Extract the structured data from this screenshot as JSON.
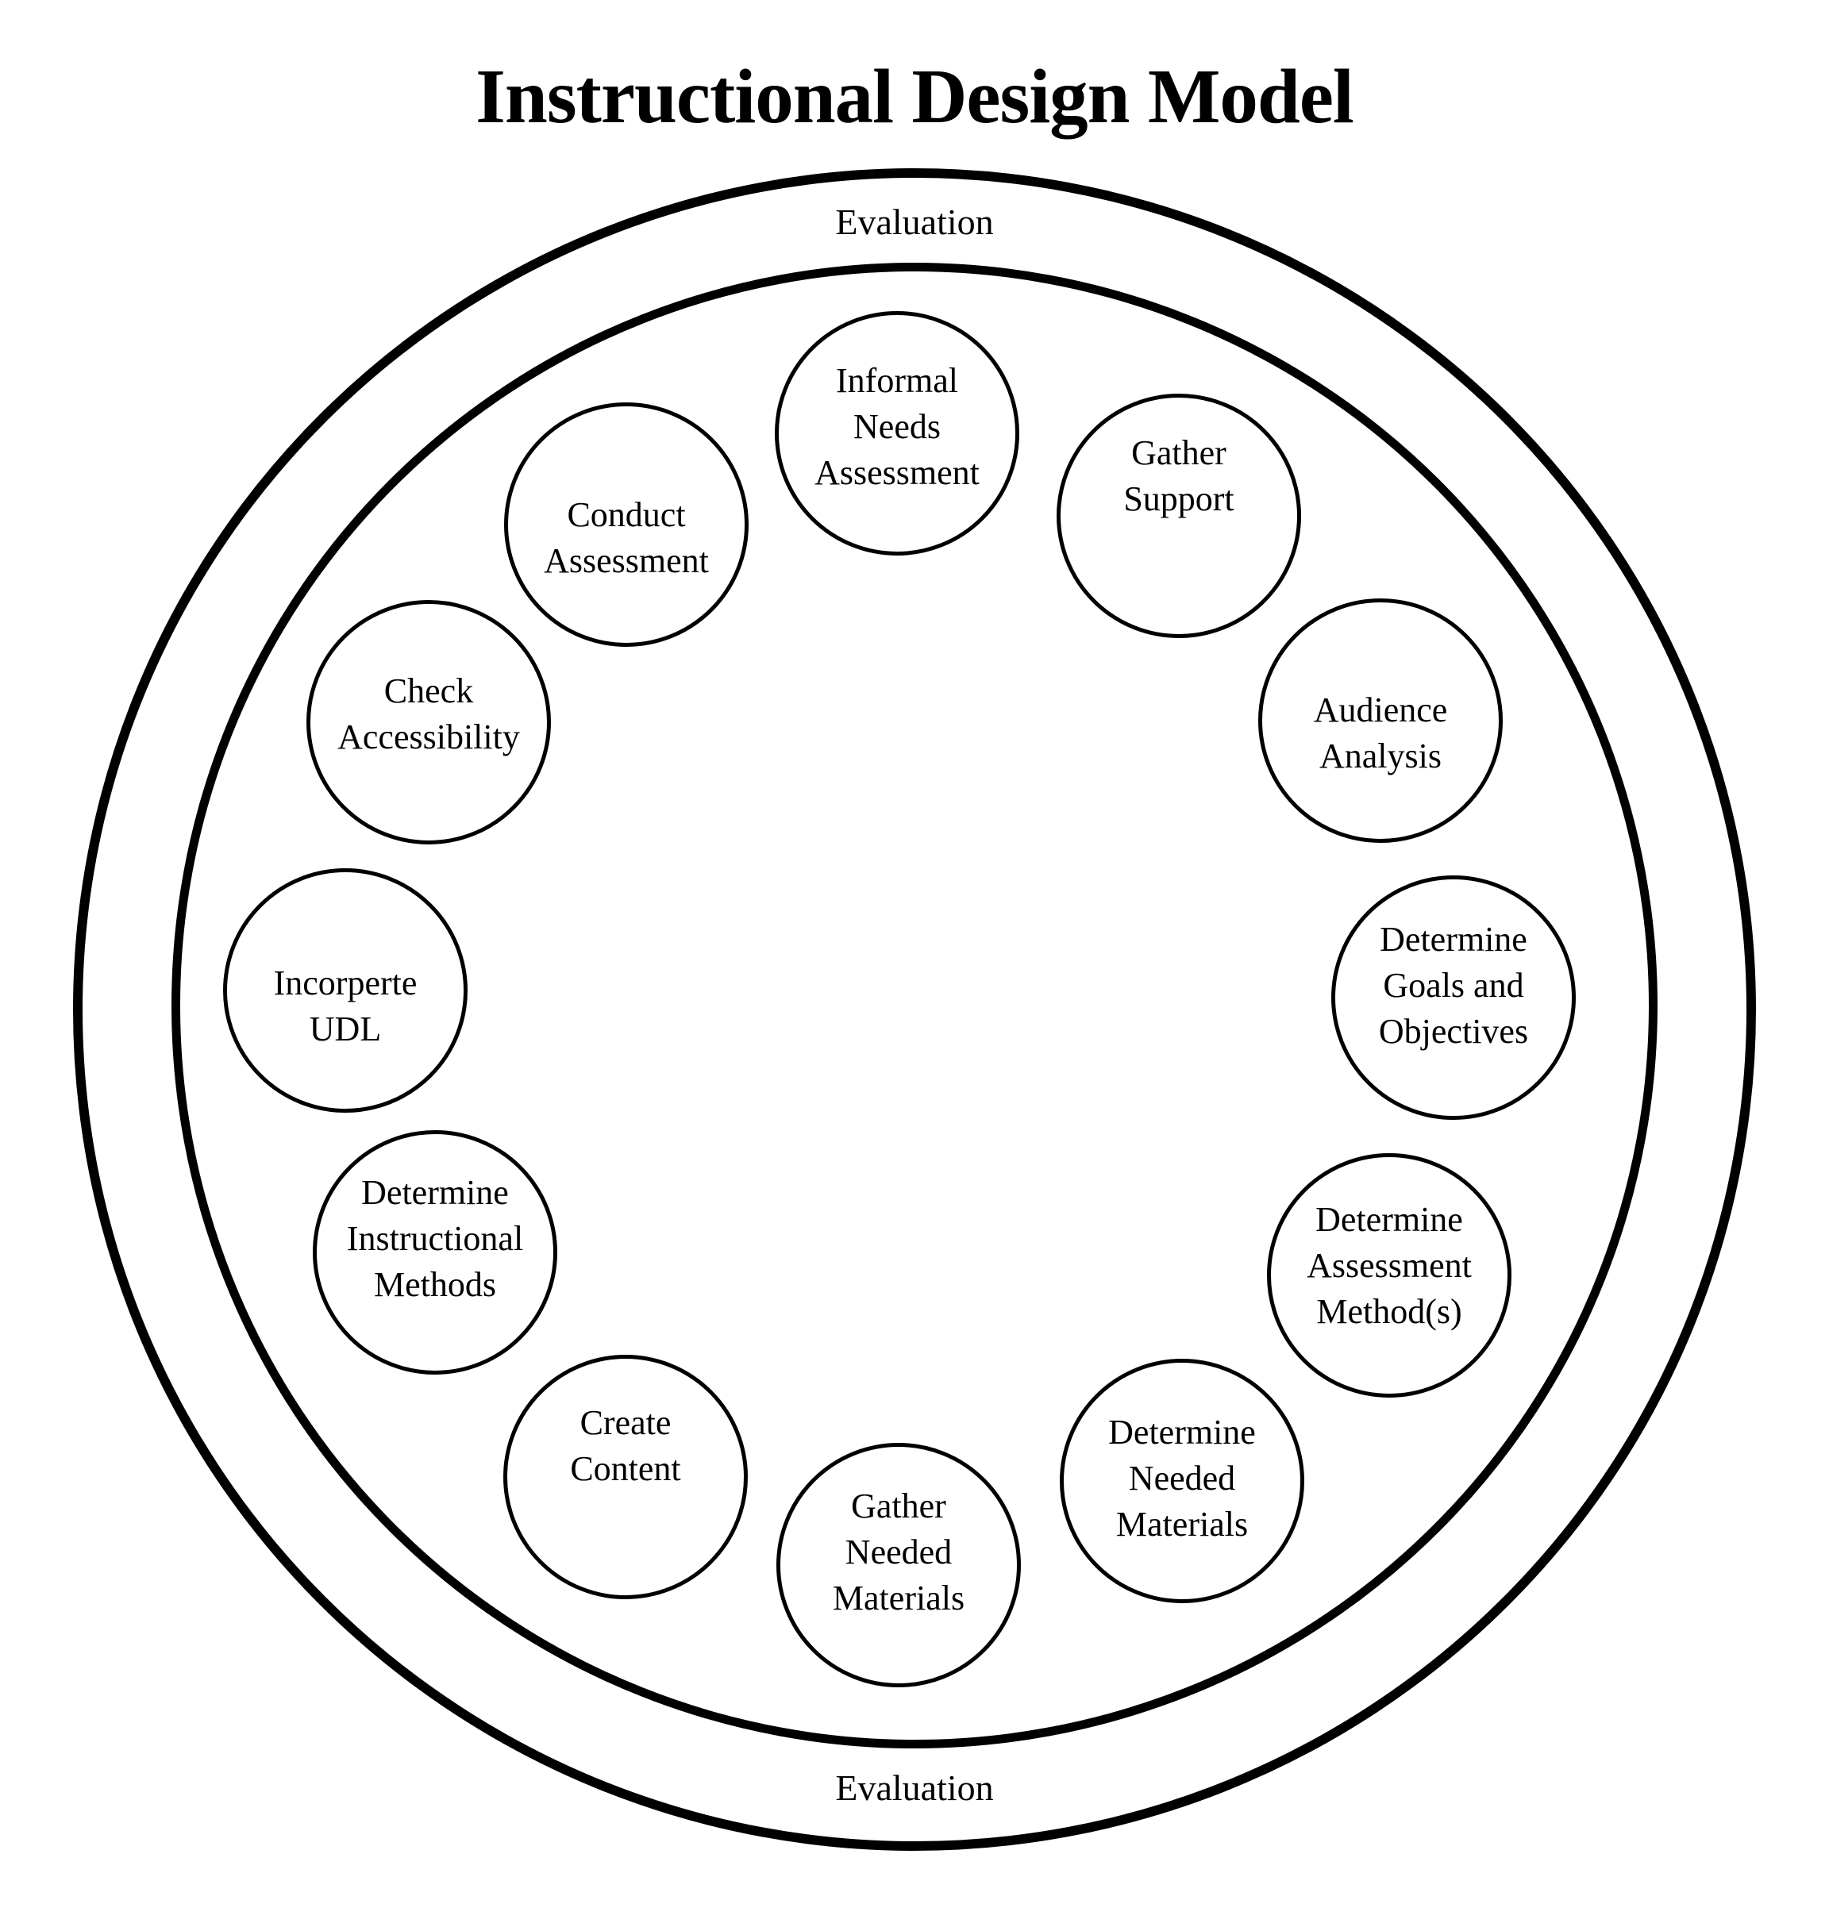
{
  "title": "Instructional Design Model",
  "ring_labels": {
    "top": "Evaluation",
    "bottom": "Evaluation"
  },
  "stages": [
    {
      "label": "Informal\nNeeds\nAssessment"
    },
    {
      "label": "Gather\nSupport"
    },
    {
      "label": "Audience\nAnalysis"
    },
    {
      "label": "Determine\nGoals and\nObjectives"
    },
    {
      "label": "Determine\nAssessment\nMethod(s)"
    },
    {
      "label": "Determine\nNeeded\nMaterials"
    },
    {
      "label": "Gather\nNeeded\nMaterials"
    },
    {
      "label": "Create\nContent"
    },
    {
      "label": "Determine\nInstructional\nMethods"
    },
    {
      "label": "Incorperte\nUDL"
    },
    {
      "label": "Check\nAccessibility"
    },
    {
      "label": "Conduct\nAssessment"
    }
  ],
  "colors": {
    "ink": "#000000",
    "background": "#ffffff"
  }
}
